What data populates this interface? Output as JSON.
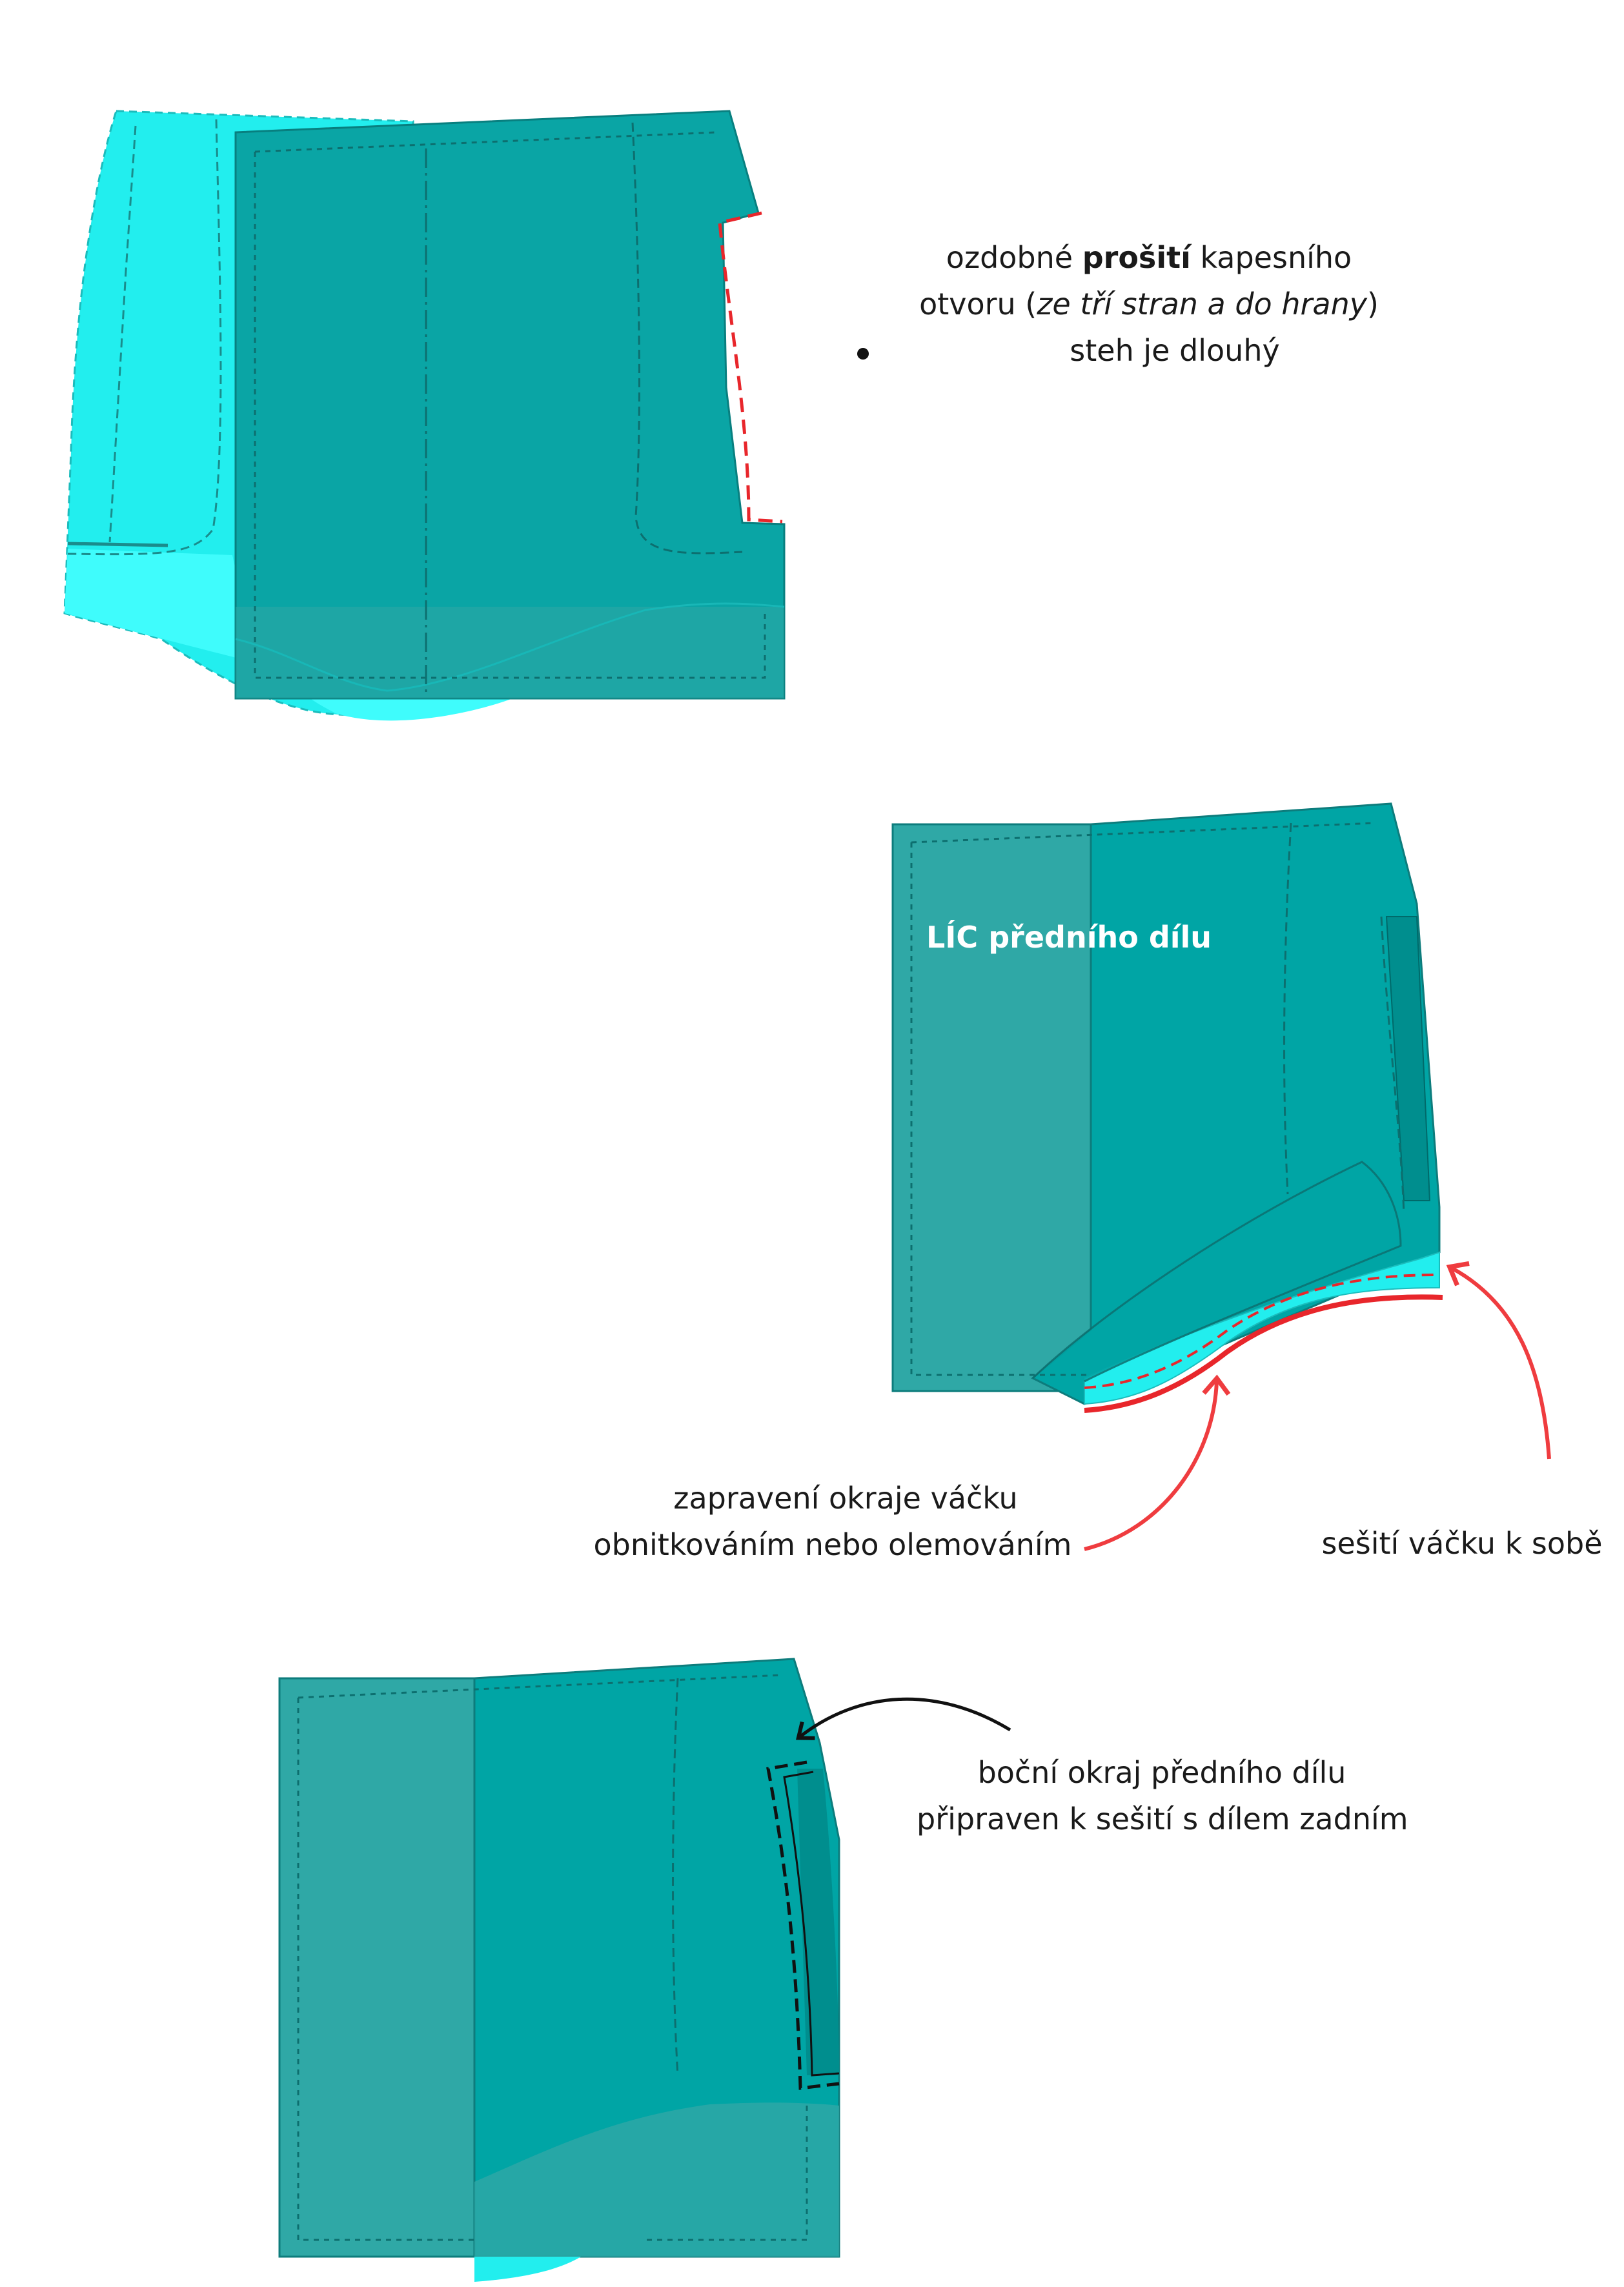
{
  "colors": {
    "teal": "#0aa5a5",
    "teal_dark": "#008e8e",
    "teal_muted": "#2fa8a6",
    "cyan": "#22eeee",
    "cyan_bright": "#3ffcfc",
    "red": "#e8262b",
    "arrow_red": "#ef3c3f",
    "ink": "#111111"
  },
  "step1": {
    "note_line1_pre": "ozdobné ",
    "note_line1_bold": "prošití",
    "note_line1_post": " kapesního",
    "note_line2_pre": "otvoru (",
    "note_line2_italic": "ze tří stran a do hrany",
    "note_line2_post": ")",
    "note_line3": "steh je dlouhý"
  },
  "step2": {
    "panel_label": "LÍC předního dílu",
    "edge_finish_line1": "zapravení okraje váčku",
    "edge_finish_line2": "obnitkováním nebo olemováním",
    "sew_bag": "sešití  váčku k sobě"
  },
  "step3": {
    "side_edge_line1": "boční okraj předního dílu",
    "side_edge_line2": "připraven k sešití s dílem zadním"
  }
}
